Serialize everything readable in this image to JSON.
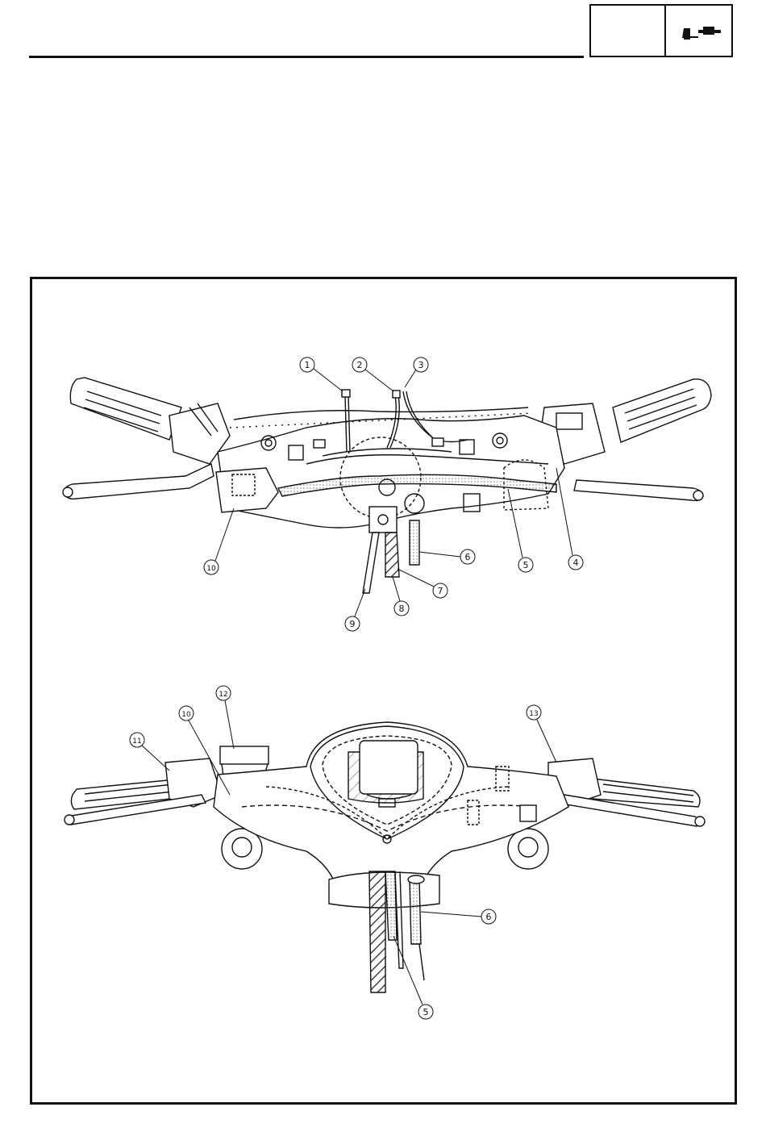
{
  "header": {
    "section_label": "",
    "icon": "caliper-icon"
  },
  "figure": {
    "top_view_callouts": [
      "1",
      "2",
      "3",
      "4",
      "5",
      "6",
      "7",
      "8",
      "9",
      "10"
    ],
    "front_view_callouts": [
      "5",
      "6",
      "10",
      "11",
      "12",
      "13"
    ]
  }
}
